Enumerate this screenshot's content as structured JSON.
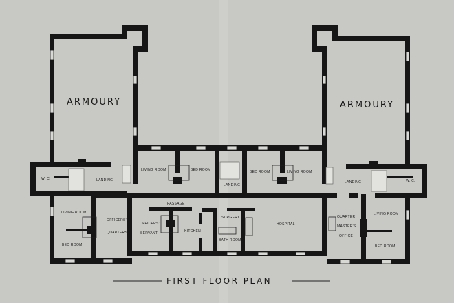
{
  "title": "FIRST FLOOR PLAN",
  "rooms": {
    "armoury_left": "ARMOURY",
    "armoury_right": "ARMOURY",
    "wc_left": "W. C.",
    "wc_right": "W. C.",
    "landing_left": "LANDING",
    "landing_center": "LANDING",
    "landing_right": "LANDING",
    "living_room_center_left": "LIVING ROOM",
    "bed_room_center_left": "BED ROOM",
    "bed_room_center_right": "BED ROOM",
    "living_room_center_right": "LIVING ROOM",
    "living_room_left": "LIVING ROOM",
    "bed_room_left": "BED ROOM",
    "officers_quarters_1": "OFFICERS'",
    "officers_quarters_2": "QUARTERS",
    "passage": "PASSAGE",
    "officers_servant_1": "OFFICERS'",
    "officers_servant_2": "SERVANT",
    "kitchen": "KITCHEN",
    "surgery": "SURGERY",
    "bath_room": "BATH ROOM",
    "hospital": "HOSPITAL",
    "qm_office_1": "QUARTER",
    "qm_office_2": "MASTER'S",
    "qm_office_3": "OFFICE",
    "living_room_right": "LIVING ROOM",
    "bed_room_right": "BED ROOM"
  }
}
